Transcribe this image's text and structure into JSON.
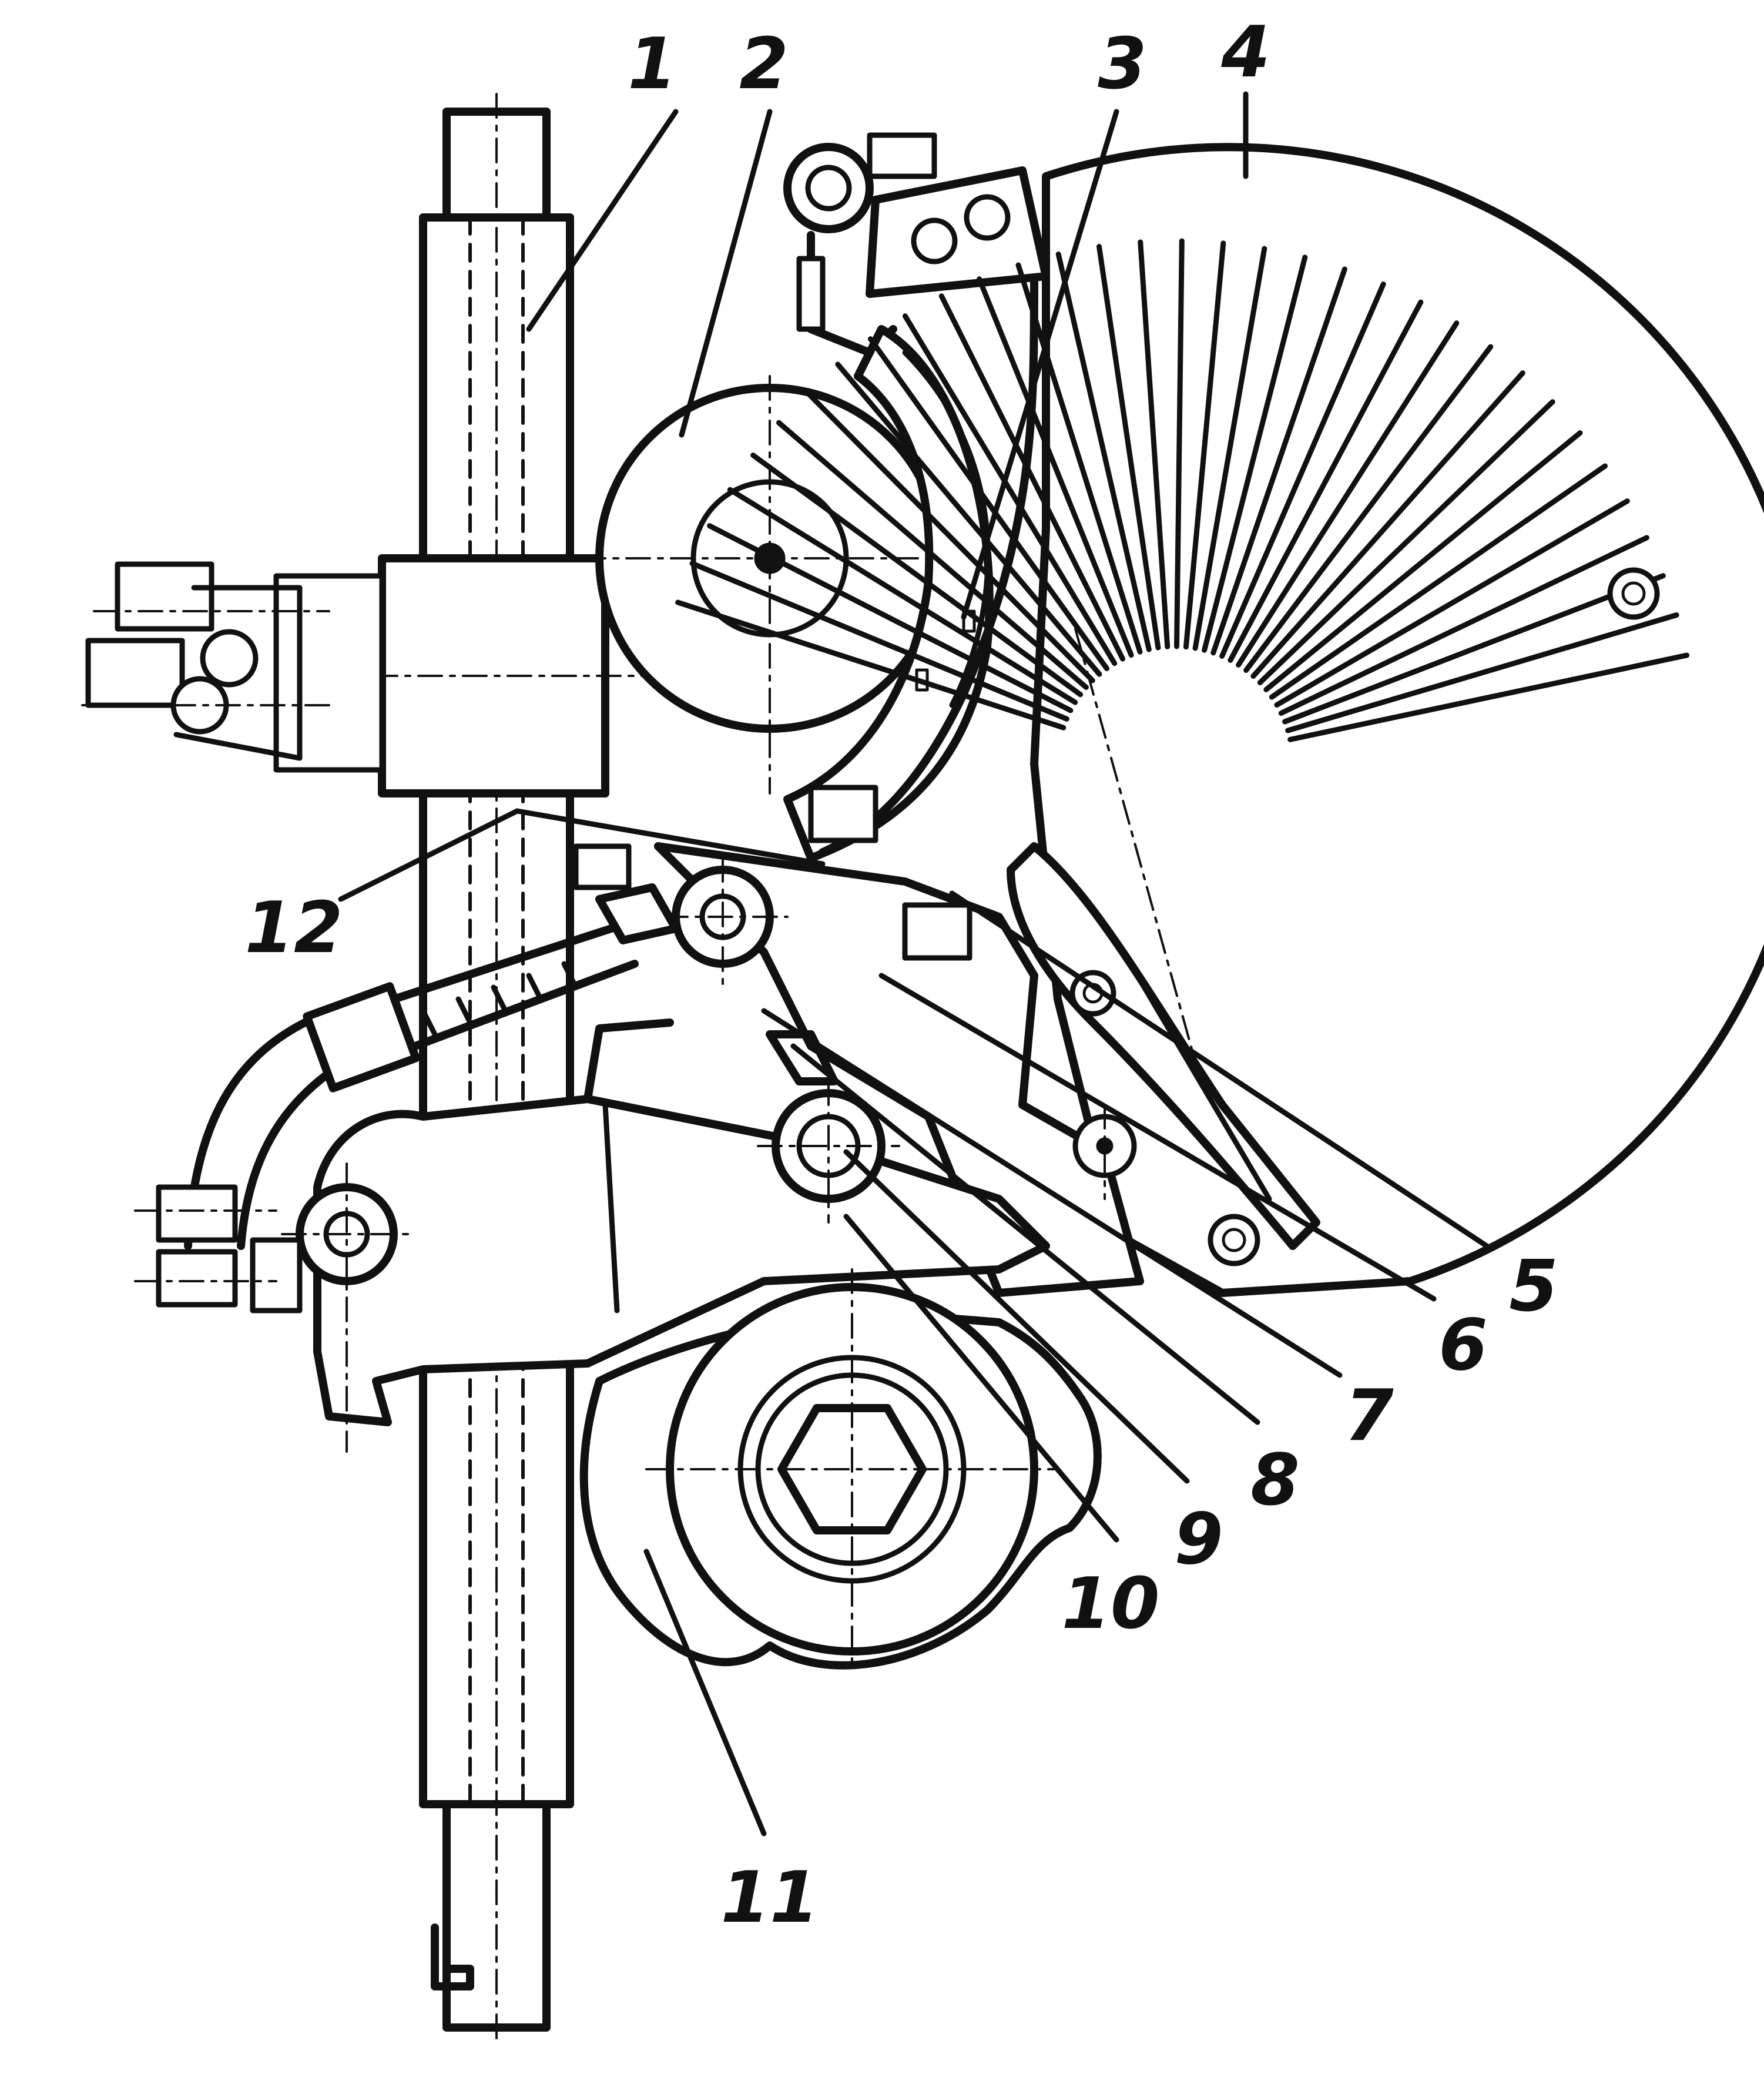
{
  "figure": {
    "callouts": [
      {
        "id": "1",
        "text": "1"
      },
      {
        "id": "2",
        "text": "2"
      },
      {
        "id": "3",
        "text": "3"
      },
      {
        "id": "4",
        "text": "4"
      },
      {
        "id": "5",
        "text": "5"
      },
      {
        "id": "6",
        "text": "6"
      },
      {
        "id": "7",
        "text": "7"
      },
      {
        "id": "8",
        "text": "8"
      },
      {
        "id": "9",
        "text": "9"
      },
      {
        "id": "10",
        "text": "10"
      },
      {
        "id": "11",
        "text": "11"
      },
      {
        "id": "12",
        "text": "12"
      }
    ],
    "colors": {
      "ink": "#111111",
      "paper": "#ffffff"
    }
  }
}
